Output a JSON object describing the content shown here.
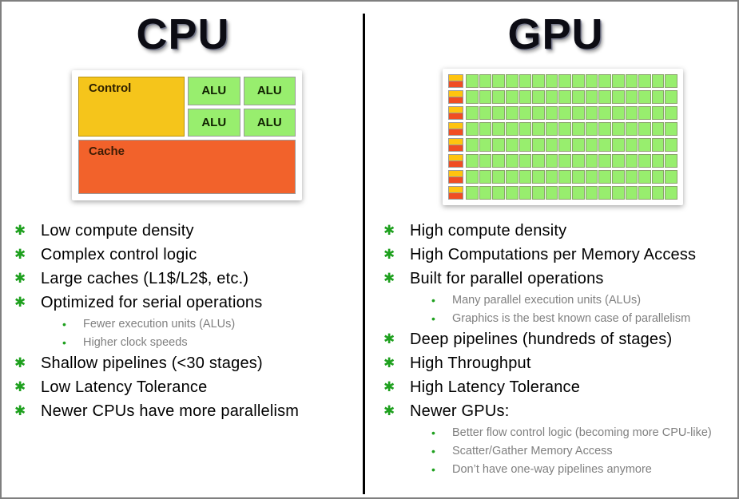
{
  "cpu": {
    "title": "CPU",
    "diagram": {
      "control_label": "Control",
      "alu_label": "ALU",
      "cache_label": "Cache"
    },
    "bullets": [
      {
        "level": 1,
        "text": "Low compute density"
      },
      {
        "level": 1,
        "text": "Complex control logic"
      },
      {
        "level": 1,
        "text": "Large caches (L1$/L2$, etc.)"
      },
      {
        "level": 1,
        "text": "Optimized for serial operations"
      },
      {
        "level": 2,
        "text": "Fewer execution units (ALUs)"
      },
      {
        "level": 2,
        "text": "Higher clock speeds"
      },
      {
        "level": 1,
        "text": "Shallow pipelines (<30 stages)"
      },
      {
        "level": 1,
        "text": "Low Latency Tolerance"
      },
      {
        "level": 1,
        "text": "Newer CPUs have more parallelism"
      }
    ]
  },
  "gpu": {
    "title": "GPU",
    "grid": {
      "rows": 8,
      "green_cols": 16
    },
    "bullets": [
      {
        "level": 1,
        "text": "High compute density"
      },
      {
        "level": 1,
        "text": "High Computations per Memory Access"
      },
      {
        "level": 1,
        "text": "Built for parallel operations"
      },
      {
        "level": 2,
        "text": "Many parallel execution units (ALUs)"
      },
      {
        "level": 2,
        "text": "Graphics is the best known case of parallelism"
      },
      {
        "level": 1,
        "text": "Deep pipelines (hundreds of stages)"
      },
      {
        "level": 1,
        "text": "High Throughput"
      },
      {
        "level": 1,
        "text": "High Latency Tolerance"
      },
      {
        "level": 1,
        "text": "Newer GPUs:"
      },
      {
        "level": 2,
        "text": "Better flow control logic (becoming more CPU-like)"
      },
      {
        "level": 2,
        "text": "Scatter/Gather Memory Access"
      },
      {
        "level": 2,
        "text": "Don’t have one-way pipelines anymore"
      }
    ]
  },
  "markers": {
    "level1": "✱",
    "level2": "•"
  },
  "colors": {
    "control_yellow": "#F5C51B",
    "cache_orange": "#F2622B",
    "alu_green": "#98EE6E",
    "gpu_yellow": "#FFC40F",
    "gpu_orange": "#F04D23",
    "bullet_green": "#1EA01E",
    "sub_text_gray": "#808080",
    "border_gray": "#7F7F7F",
    "divider_black": "#000000"
  }
}
